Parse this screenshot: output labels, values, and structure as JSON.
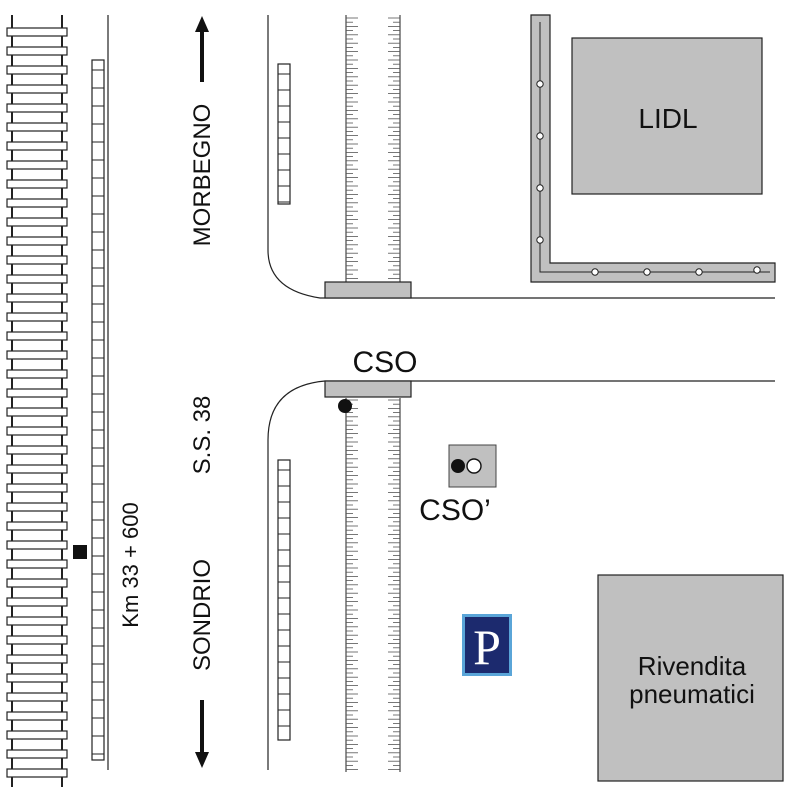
{
  "map": {
    "top_label": "MORBEGNO",
    "bottom_label": "SONDRIO",
    "road_label": "S.S. 38",
    "km_label": "Km 33 + 600",
    "cso_label": "CSO",
    "cso_prime_label": "CSO’",
    "lidl_label": "LIDL",
    "shop_label_line1": "Rivendita",
    "shop_label_line2": "pneumatici",
    "parking_letter": "P"
  },
  "colors": {
    "building_fill": "#c0c0c0",
    "line": "#222222",
    "parking_bg": "#1c2a6e",
    "parking_border": "#5aa5d8"
  },
  "icons": [
    "arrow-up-icon",
    "arrow-down-icon",
    "parking-icon",
    "railway-track",
    "bridge-deck",
    "manhole-icon"
  ]
}
